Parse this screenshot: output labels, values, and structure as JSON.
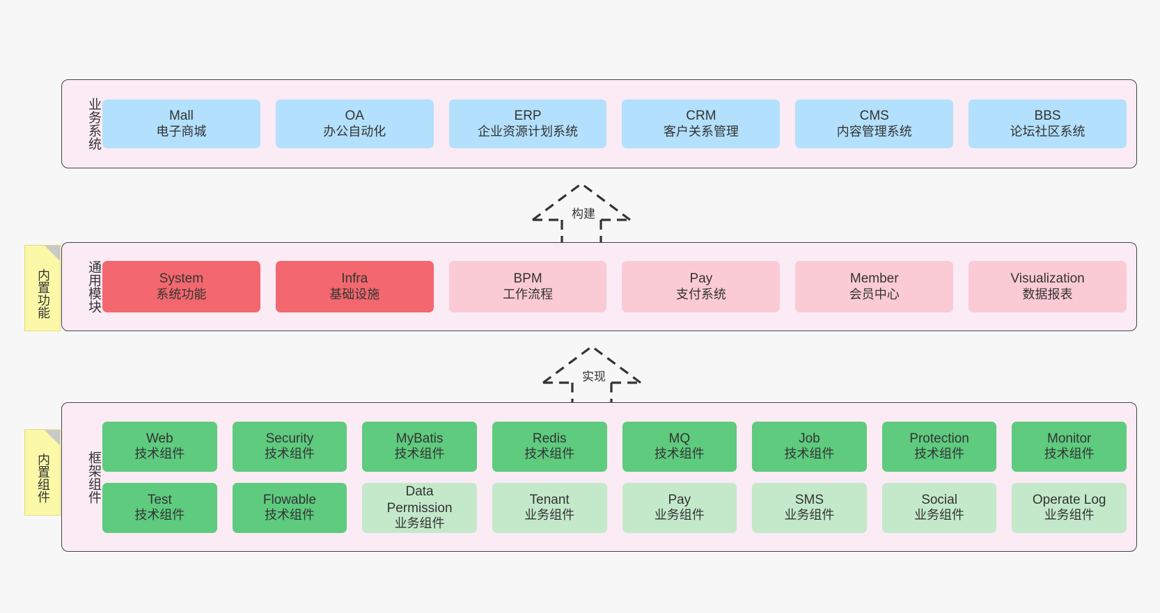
{
  "diagram": {
    "background_color": "#f7f7f7",
    "layer_fill": "#faebf5",
    "layer_border": "#444444"
  },
  "layers": [
    {
      "id": "business",
      "label": "业务系统",
      "rows": [
        {
          "cards": [
            {
              "en": "Mall",
              "cn": "电子商城",
              "color": "#b3e0fc",
              "style": "c-blue"
            },
            {
              "en": "OA",
              "cn": "办公自动化",
              "color": "#b3e0fc",
              "style": "c-blue"
            },
            {
              "en": "ERP",
              "cn": "企业资源计划系统",
              "color": "#b3e0fc",
              "style": "c-blue"
            },
            {
              "en": "CRM",
              "cn": "客户关系管理",
              "color": "#b3e0fc",
              "style": "c-blue"
            },
            {
              "en": "CMS",
              "cn": "内容管理系统",
              "color": "#b3e0fc",
              "style": "c-blue"
            },
            {
              "en": "BBS",
              "cn": "论坛社区系统",
              "color": "#b3e0fc",
              "style": "c-blue"
            }
          ]
        }
      ]
    },
    {
      "id": "module",
      "label": "通用模块",
      "note": "内置功能",
      "rows": [
        {
          "cards": [
            {
              "en": "System",
              "cn": "系统功能",
              "color": "#f2686e",
              "style": "c-red"
            },
            {
              "en": "Infra",
              "cn": "基础设施",
              "color": "#f2686e",
              "style": "c-red"
            },
            {
              "en": "BPM",
              "cn": "工作流程",
              "color": "#fbcbd5",
              "style": "c-pink"
            },
            {
              "en": "Pay",
              "cn": "支付系统",
              "color": "#fbcbd5",
              "style": "c-pink"
            },
            {
              "en": "Member",
              "cn": "会员中心",
              "color": "#fbcbd5",
              "style": "c-pink"
            },
            {
              "en": "Visualization",
              "cn": "数据报表",
              "color": "#fbcbd5",
              "style": "c-pink"
            }
          ]
        }
      ]
    },
    {
      "id": "framework",
      "label": "框架组件",
      "note": "内置组件",
      "rows": [
        {
          "cards": [
            {
              "en": "Web",
              "cn": "技术组件",
              "color": "#5ecb7e",
              "style": "c-green"
            },
            {
              "en": "Security",
              "cn": "技术组件",
              "color": "#5ecb7e",
              "style": "c-green"
            },
            {
              "en": "MyBatis",
              "cn": "技术组件",
              "color": "#5ecb7e",
              "style": "c-green"
            },
            {
              "en": "Redis",
              "cn": "技术组件",
              "color": "#5ecb7e",
              "style": "c-green"
            },
            {
              "en": "MQ",
              "cn": "技术组件",
              "color": "#5ecb7e",
              "style": "c-green"
            },
            {
              "en": "Job",
              "cn": "技术组件",
              "color": "#5ecb7e",
              "style": "c-green"
            },
            {
              "en": "Protection",
              "cn": "技术组件",
              "color": "#5ecb7e",
              "style": "c-green"
            },
            {
              "en": "Monitor",
              "cn": "技术组件",
              "color": "#5ecb7e",
              "style": "c-green"
            }
          ]
        },
        {
          "cards": [
            {
              "en": "Test",
              "cn": "技术组件",
              "color": "#5ecb7e",
              "style": "c-green"
            },
            {
              "en": "Flowable",
              "cn": "技术组件",
              "color": "#5ecb7e",
              "style": "c-green"
            },
            {
              "en": "Data Permission",
              "cn": "业务组件",
              "color": "#c3e9ca",
              "style": "c-lightgreen"
            },
            {
              "en": "Tenant",
              "cn": "业务组件",
              "color": "#c3e9ca",
              "style": "c-lightgreen"
            },
            {
              "en": "Pay",
              "cn": "业务组件",
              "color": "#c3e9ca",
              "style": "c-lightgreen"
            },
            {
              "en": "SMS",
              "cn": "业务组件",
              "color": "#c3e9ca",
              "style": "c-lightgreen"
            },
            {
              "en": "Social",
              "cn": "业务组件",
              "color": "#c3e9ca",
              "style": "c-lightgreen"
            },
            {
              "en": "Operate Log",
              "cn": "业务组件",
              "color": "#c3e9ca",
              "style": "c-lightgreen"
            }
          ]
        }
      ]
    }
  ],
  "arrows": [
    {
      "id": "build",
      "label": "构建",
      "from": "module",
      "to": "business"
    },
    {
      "id": "implement",
      "label": "实现",
      "from": "framework",
      "to": "module"
    }
  ]
}
